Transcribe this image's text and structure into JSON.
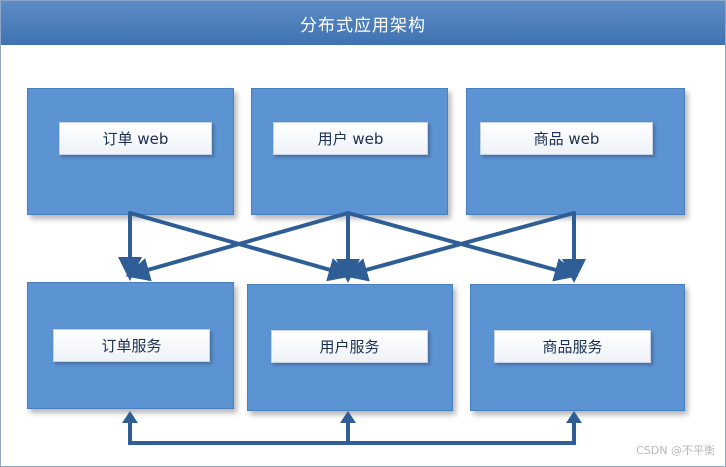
{
  "title": "分布式应用架构",
  "web_layer": [
    {
      "label": "订单 web"
    },
    {
      "label": "用户 web"
    },
    {
      "label": "商品 web"
    }
  ],
  "service_layer": [
    {
      "label": "订单服务"
    },
    {
      "label": "用户服务"
    },
    {
      "label": "商品服务"
    }
  ],
  "watermark": "CSDN @不平衡",
  "colors": {
    "title_bar": "#4a7dba",
    "box_fill": "#5b93d3",
    "connector": "#2f5e96",
    "label_fill": "#f3f6fa"
  }
}
